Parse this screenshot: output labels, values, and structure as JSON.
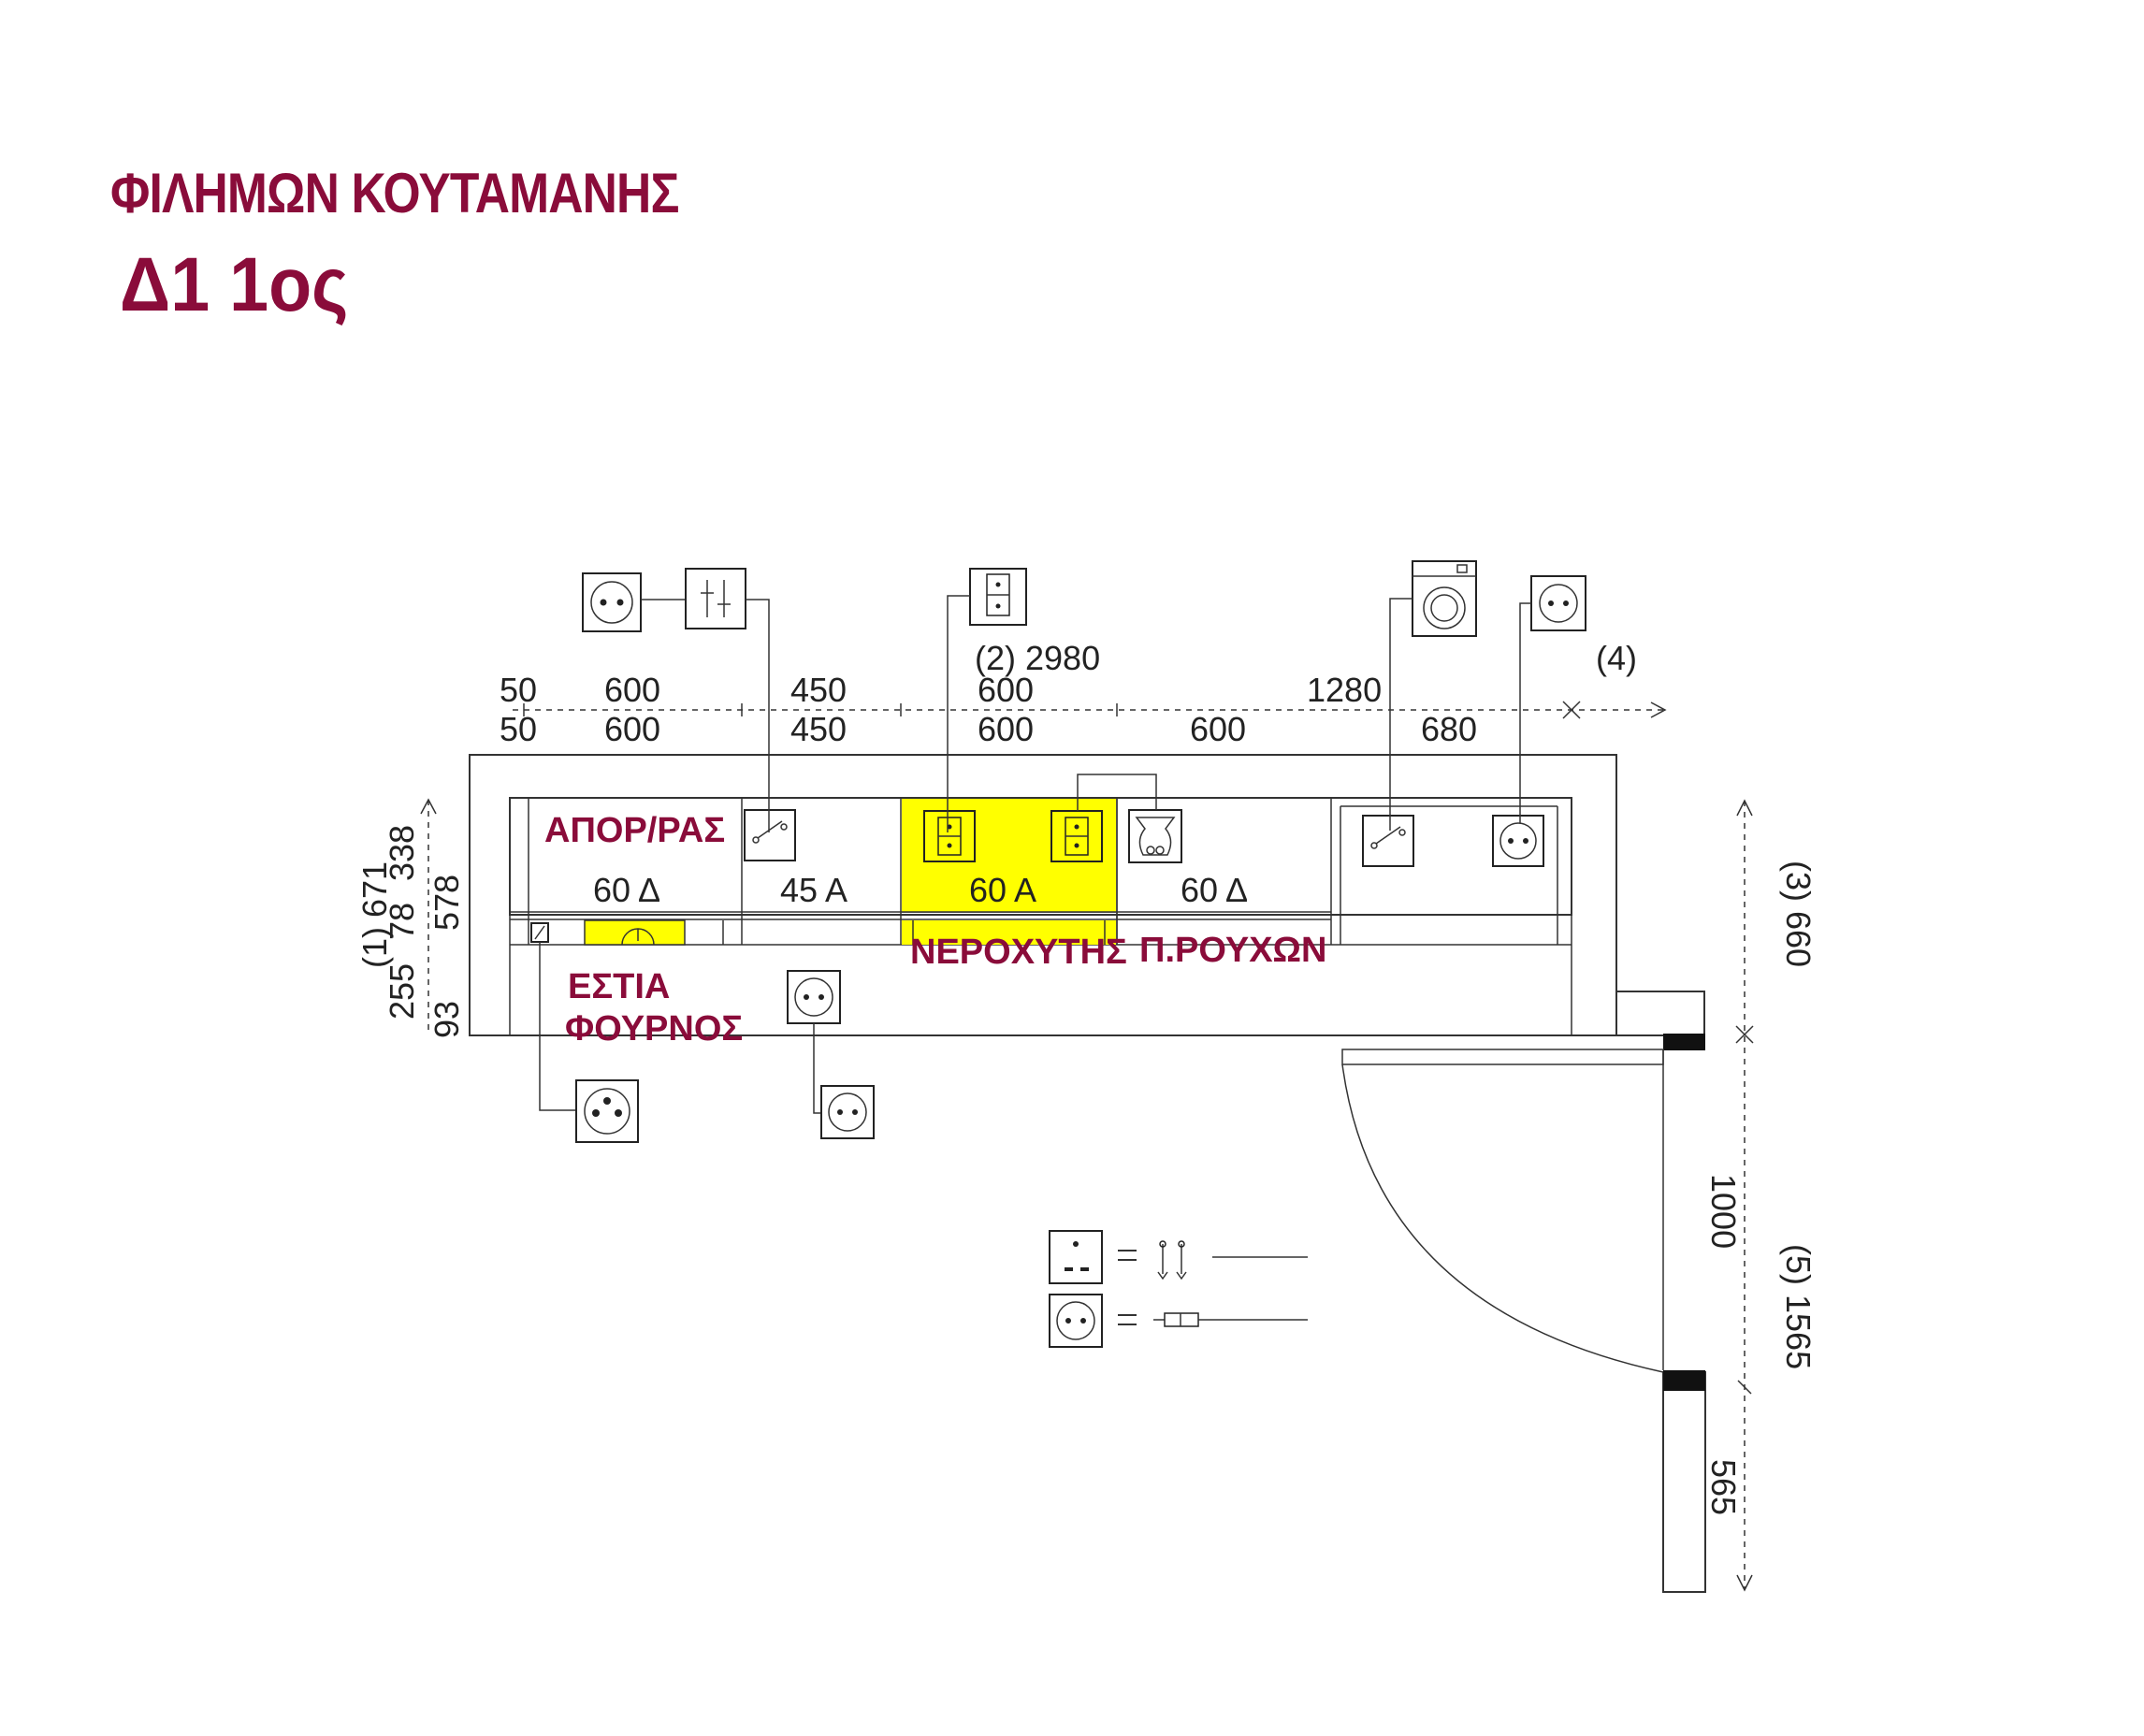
{
  "title": {
    "name": "ΦΙΛΗΜΩΝ ΚΟΥΤΑΜΑΝΗΣ",
    "code": "Δ1 1ος"
  },
  "dimensions": {
    "top_row1": [
      "50",
      "600",
      "450",
      "600",
      "1280"
    ],
    "top_row2": [
      "50",
      "600",
      "450",
      "600",
      "600",
      "680"
    ],
    "total_top": "(2) 2980",
    "corner_note": "(4)",
    "left_total": "(1) 671",
    "left_338": "338",
    "left_578": "578",
    "left_78": "78",
    "left_255": "255",
    "left_93": "93",
    "right_660": "(3) 660",
    "right_1000": "1000",
    "right_1565": "(5) 1565",
    "right_565": "565"
  },
  "cabinets": {
    "c1_label": "ΑΠΟΡ/ΡΑΣ",
    "c1_unit": "60 Δ",
    "c2_unit": "45 Α",
    "c3_unit": "60 Α",
    "c4_unit": "60 Δ"
  },
  "bottom_labels": {
    "estia": "ΕΣΤΙΑ",
    "fournos": "ΦΟΥΡΝΟΣ",
    "neroxytis": "ΝΕΡΟΧΥΤΗΣ",
    "plyntirio": "Π.ΡΟΥΧΩΝ"
  },
  "colors": {
    "title": "#8a0c3a",
    "highlight": "#ffff00",
    "line": "#222222"
  },
  "icons": {
    "socket": "socket-icon",
    "switch": "switch-icon",
    "dishwasher": "dishwasher-icon",
    "washing_machine": "washing-machine-icon",
    "hood": "hood-icon"
  }
}
